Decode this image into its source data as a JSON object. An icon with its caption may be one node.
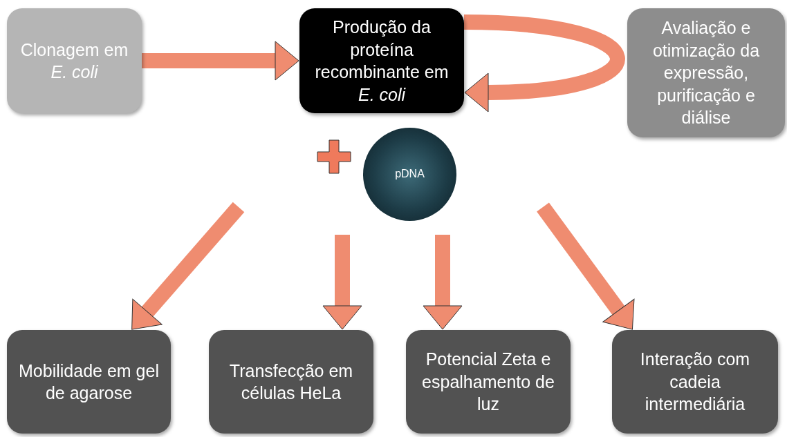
{
  "diagram": {
    "nodes": [
      {
        "text": [
          "Clonagem em *E. coli*"
        ]
      },
      {
        "text": [
          "Produção da proteína recombinante em *E. coli*"
        ]
      },
      {
        "text": [
          "Avaliação e otimização da expressão, purificação e diálise"
        ]
      },
      {
        "text": [
          "pDNA"
        ]
      },
      {
        "text": [
          "Mobilidade em gel de agarose"
        ]
      },
      {
        "text": [
          "Transfecção em células HeLa"
        ]
      },
      {
        "text": [
          "Potencial Zeta e espalhamento de luz"
        ]
      },
      {
        "text": [
          "Interação com cadeia intermediária"
        ]
      }
    ],
    "edges": [
      {
        "from": 0,
        "to": 1,
        "arrow": "to"
      },
      {
        "from": 1,
        "to": 1,
        "arrow": "to"
      },
      {
        "from": null,
        "to": 4,
        "arrow": "to"
      },
      {
        "from": null,
        "to": 5,
        "arrow": "to"
      },
      {
        "from": null,
        "to": 6,
        "arrow": "to"
      },
      {
        "from": null,
        "to": 7,
        "arrow": "to"
      }
    ]
  }
}
